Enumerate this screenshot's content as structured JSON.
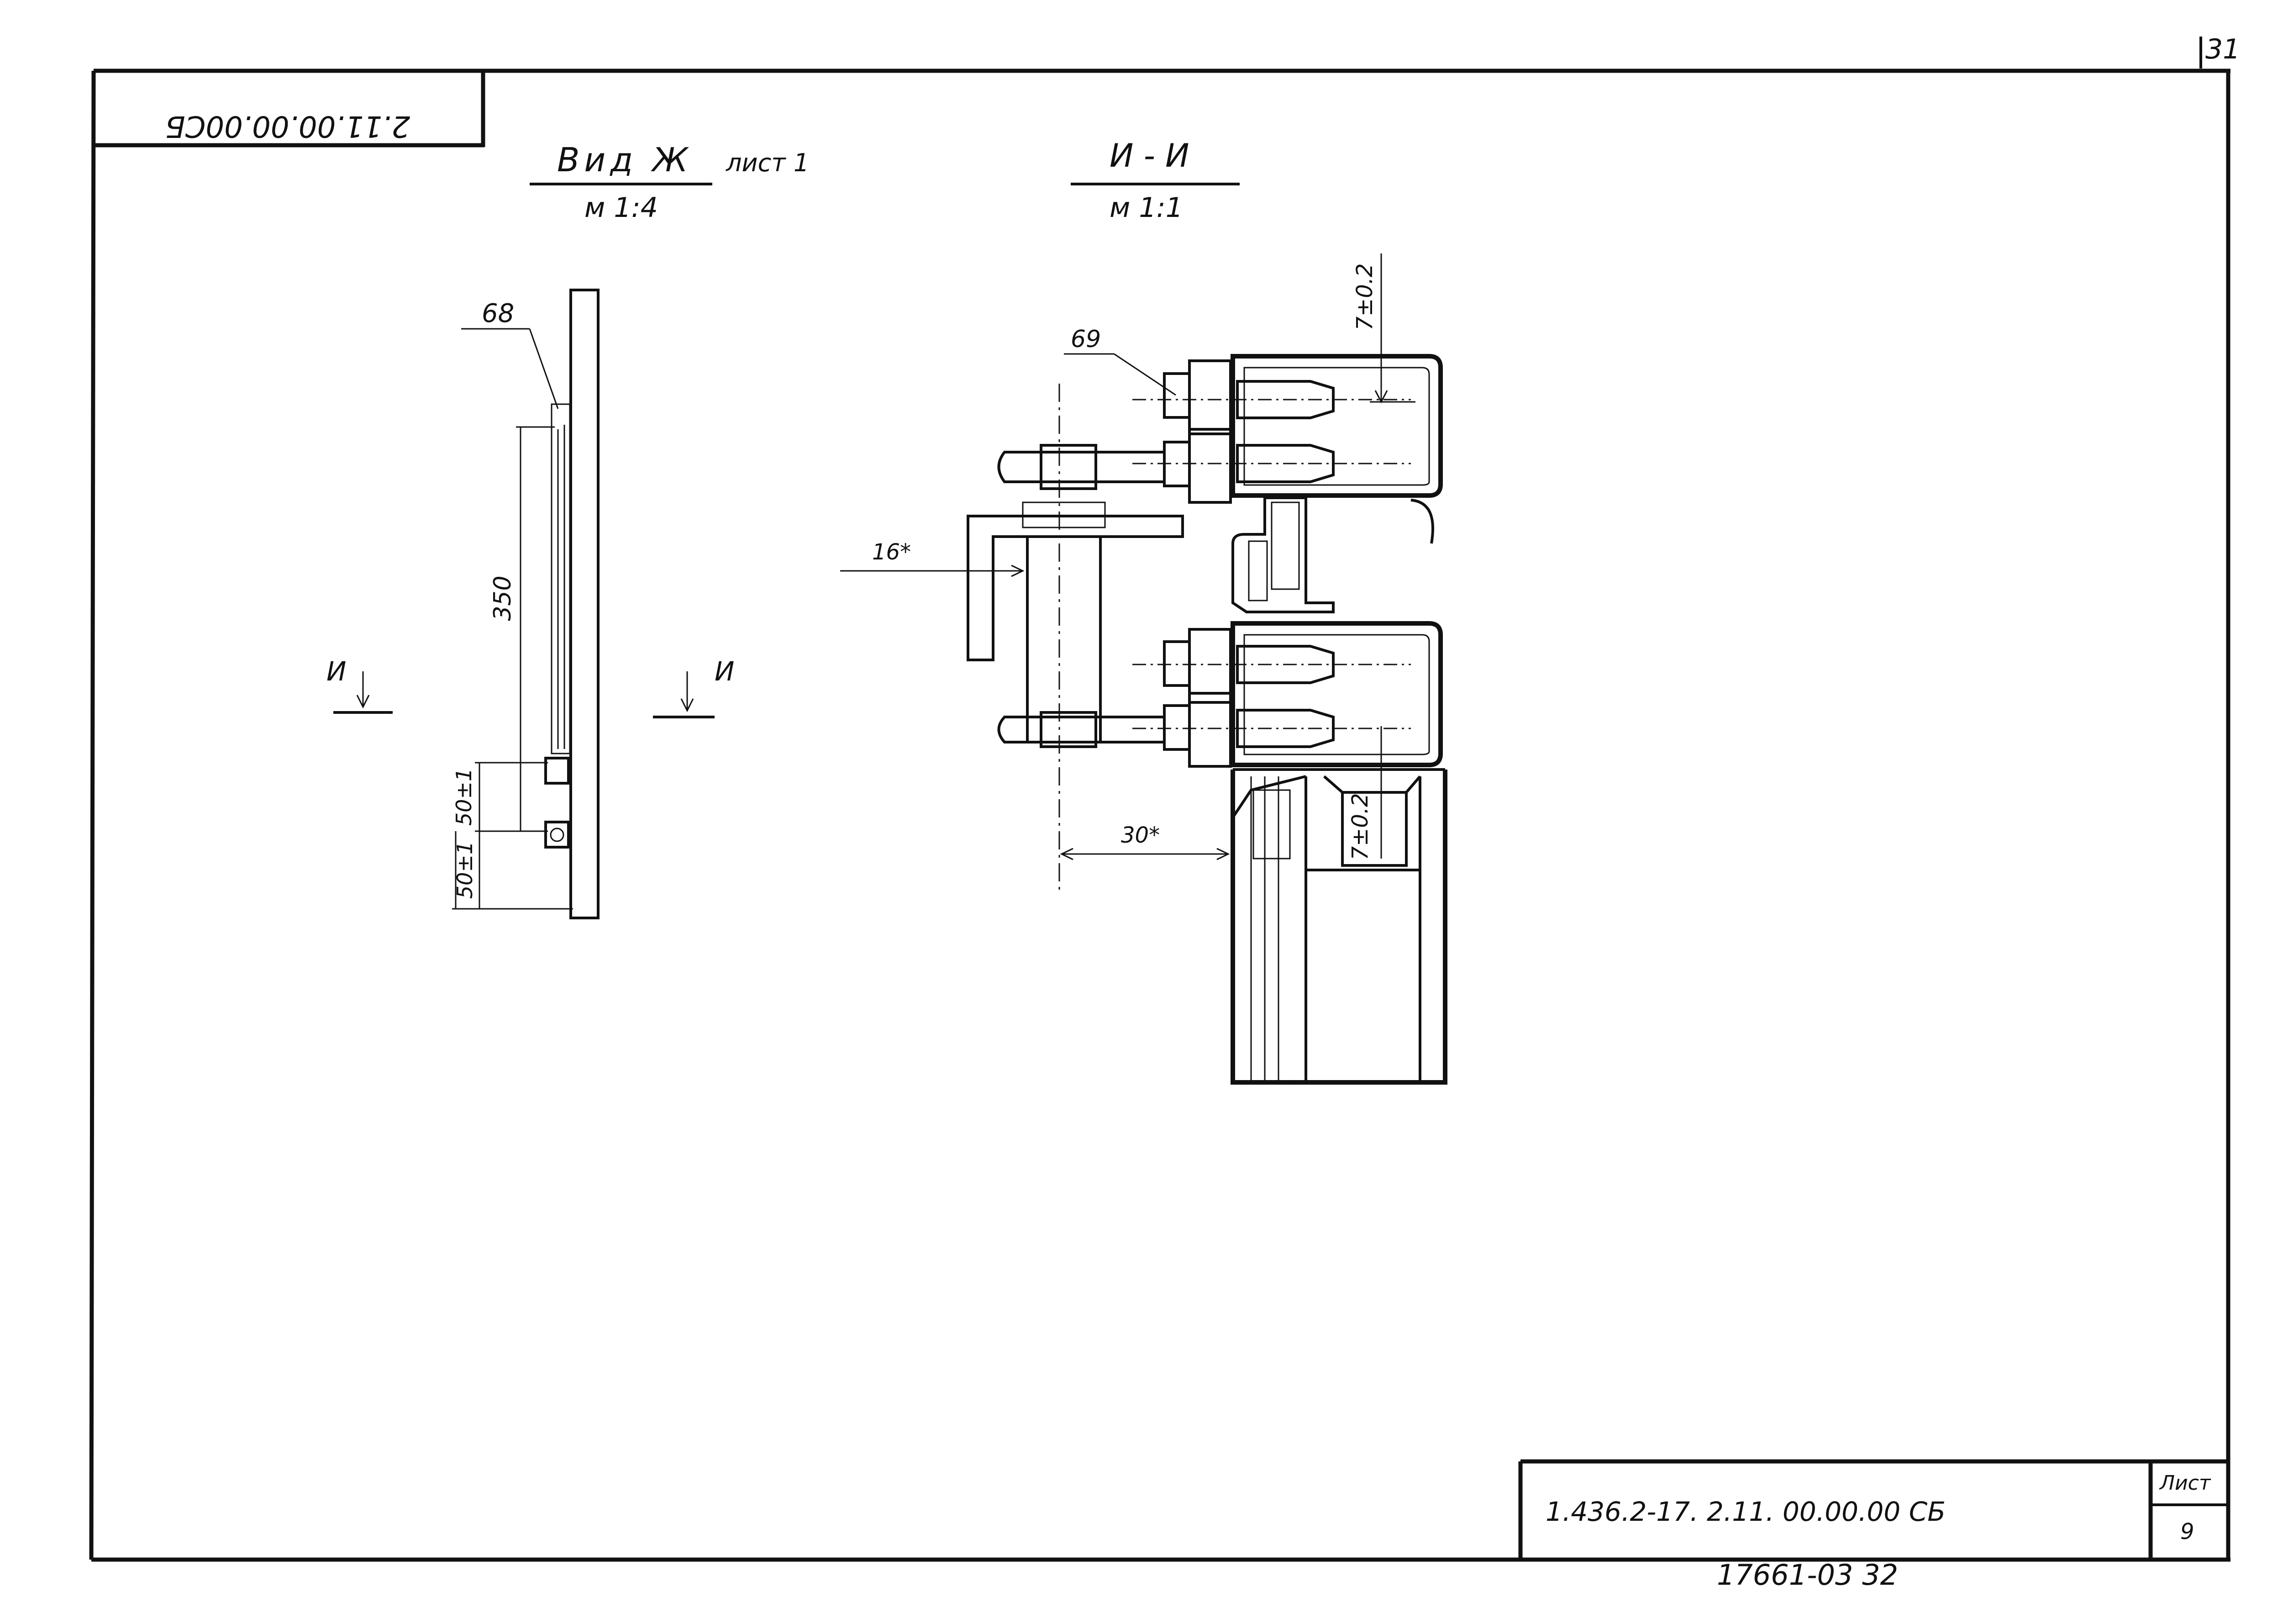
{
  "sheet": {
    "page_number": "31",
    "mirrored_code": "2.11.00.00.00СБ",
    "designation": "1.436.2-17. 2.11. 00.00.00 СБ",
    "sheet_label": "Лист",
    "sheet_number": "9",
    "inventory_number": "17661-03  32"
  },
  "view_left": {
    "title": "Вид Ж",
    "sheet_ref": "лист 1",
    "scale": "м 1:4",
    "callout_68": "68",
    "dim_350": "350",
    "dim_50_1": "50±1",
    "dim_50_2": "50±1",
    "section_mark_left": "И",
    "section_mark_right": "И"
  },
  "view_right": {
    "title": "И - И",
    "scale": "м 1:1",
    "callout_69": "69",
    "dim_top": "7±0.2",
    "dim_bottom": "7±0.2",
    "dim_16": "16*",
    "dim_30": "30*"
  }
}
